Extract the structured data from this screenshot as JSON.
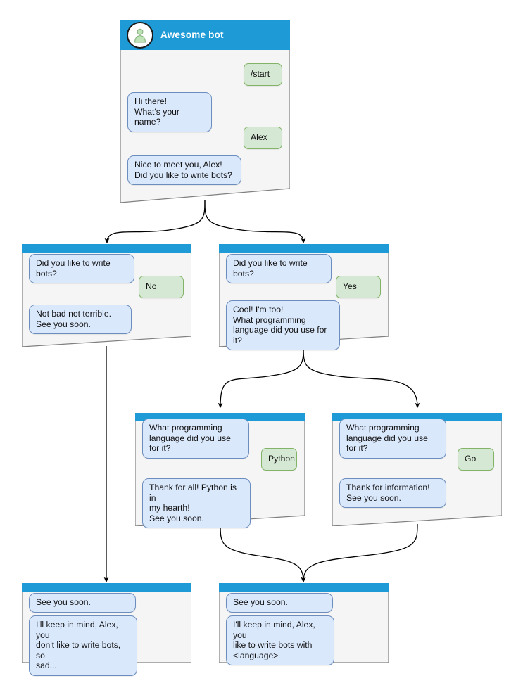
{
  "diagram": {
    "type": "flowchart",
    "title": "Awesome bot conversation flow",
    "colors": {
      "header_blue": "#1e9ad6",
      "screen_fill": "#f5f5f5",
      "screen_stroke": "#808080",
      "bot_bubble_fill": "#dae8fc",
      "bot_bubble_stroke": "#6c8ebf",
      "user_bubble_fill": "#d5e8d4",
      "user_bubble_stroke": "#82b366",
      "arrow": "#000000",
      "avatar_glyph": "#b9e0b0",
      "page_background": "#ffffff"
    },
    "avatar_icon": "user-avatar-icon"
  },
  "nodes": [
    {
      "id": "start",
      "name": "start-screen",
      "title": "Awesome bot",
      "has_avatar": true,
      "messages": [
        {
          "from": "user",
          "text": "/start"
        },
        {
          "from": "bot",
          "text": "Hi there!\nWhat's your name?"
        },
        {
          "from": "user",
          "text": "Alex"
        },
        {
          "from": "bot",
          "text": "Nice to meet you, Alex!\nDid you like to write bots?"
        }
      ]
    },
    {
      "id": "no_branch",
      "name": "no-branch-screen",
      "title": "",
      "has_avatar": false,
      "messages": [
        {
          "from": "bot",
          "text": "Did you like to write bots?"
        },
        {
          "from": "user",
          "text": "No"
        },
        {
          "from": "bot",
          "text": "Not bad not terrible.\nSee you soon."
        }
      ]
    },
    {
      "id": "yes_branch",
      "name": "yes-branch-screen",
      "title": "",
      "has_avatar": false,
      "messages": [
        {
          "from": "bot",
          "text": "Did you like to write bots?"
        },
        {
          "from": "user",
          "text": "Yes"
        },
        {
          "from": "bot",
          "text": "Cool! I'm too!\nWhat programming\nlanguage did you use for it?"
        }
      ]
    },
    {
      "id": "python_branch",
      "name": "python-branch-screen",
      "title": "",
      "has_avatar": false,
      "messages": [
        {
          "from": "bot",
          "text": "What programming\nlanguage did you use for it?"
        },
        {
          "from": "user",
          "text": "Python"
        },
        {
          "from": "bot",
          "text": "Thank for all! Python is in\nmy hearth!\nSee you soon."
        }
      ]
    },
    {
      "id": "go_branch",
      "name": "go-branch-screen",
      "title": "",
      "has_avatar": false,
      "messages": [
        {
          "from": "bot",
          "text": "What programming\nlanguage did you use for it?"
        },
        {
          "from": "user",
          "text": "Go"
        },
        {
          "from": "bot",
          "text": "Thank for information!\nSee you soon."
        }
      ]
    },
    {
      "id": "end_sad",
      "name": "end-sad-screen",
      "title": "",
      "has_avatar": false,
      "messages": [
        {
          "from": "bot",
          "text": "See you soon."
        },
        {
          "from": "bot",
          "text": "I'll keep in mind, Alex, you\ndon't like to write bots, so\nsad..."
        }
      ]
    },
    {
      "id": "end_happy",
      "name": "end-happy-screen",
      "title": "",
      "has_avatar": false,
      "messages": [
        {
          "from": "bot",
          "text": "See you soon."
        },
        {
          "from": "bot",
          "text": "I'll keep in mind, Alex, you\nlike to write bots with\n<language>"
        }
      ]
    }
  ],
  "edges": [
    {
      "from": "start",
      "to": "no_branch"
    },
    {
      "from": "start",
      "to": "yes_branch"
    },
    {
      "from": "no_branch",
      "to": "end_sad"
    },
    {
      "from": "yes_branch",
      "to": "python_branch"
    },
    {
      "from": "yes_branch",
      "to": "go_branch"
    },
    {
      "from": "python_branch",
      "to": "end_happy"
    },
    {
      "from": "go_branch",
      "to": "end_happy"
    }
  ]
}
